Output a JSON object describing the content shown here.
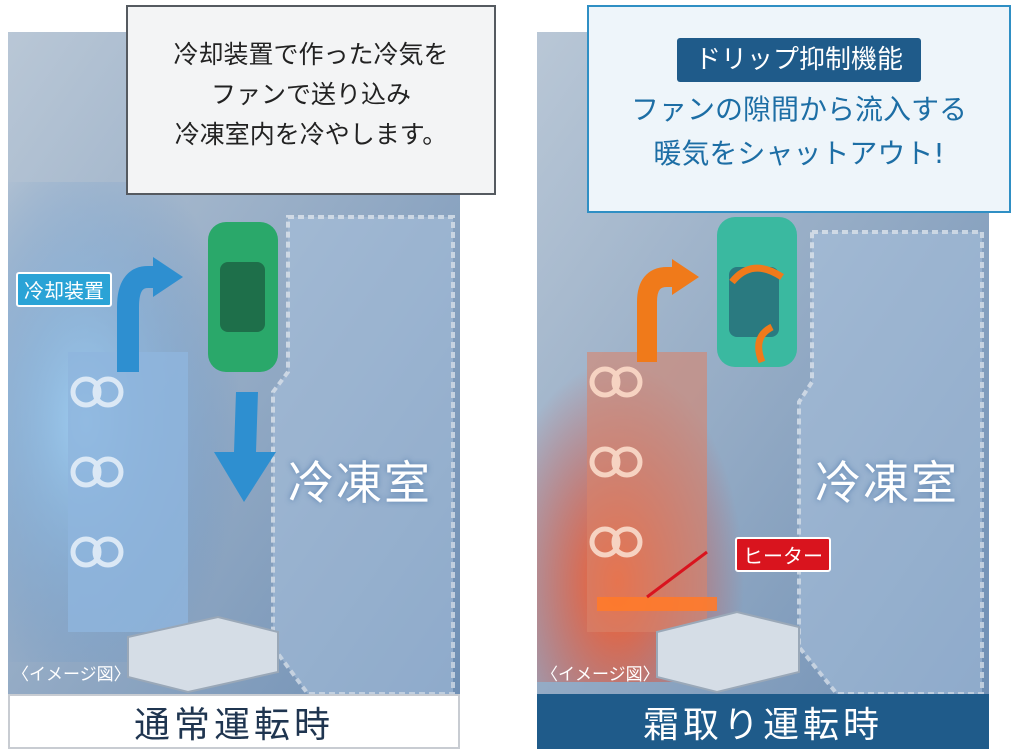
{
  "left_panel": {
    "bubble_lines": [
      "冷却装置で作った冷気を",
      "ファンで送り込み",
      "冷凍室内を冷やします。"
    ],
    "component_label": "冷却装置",
    "room_label": "冷凍室",
    "image_note": "〈イメージ図〉",
    "caption": "通常運転時"
  },
  "right_panel": {
    "bubble_heading": "ドリップ抑制機能",
    "bubble_lines": [
      "ファンの隙間から流入する",
      "暖気をシャットアウト!"
    ],
    "heater_label": "ヒーター",
    "room_label": "冷凍室",
    "image_note": "〈イメージ図〉",
    "caption": "霜取り運転時"
  },
  "colors": {
    "cold_blue": "#2e8fd0",
    "warm_orange": "#f07a1a",
    "heater_red": "#d9141e",
    "fan_green": "#2aa86a",
    "caption_dark": "#1f5b8a"
  }
}
